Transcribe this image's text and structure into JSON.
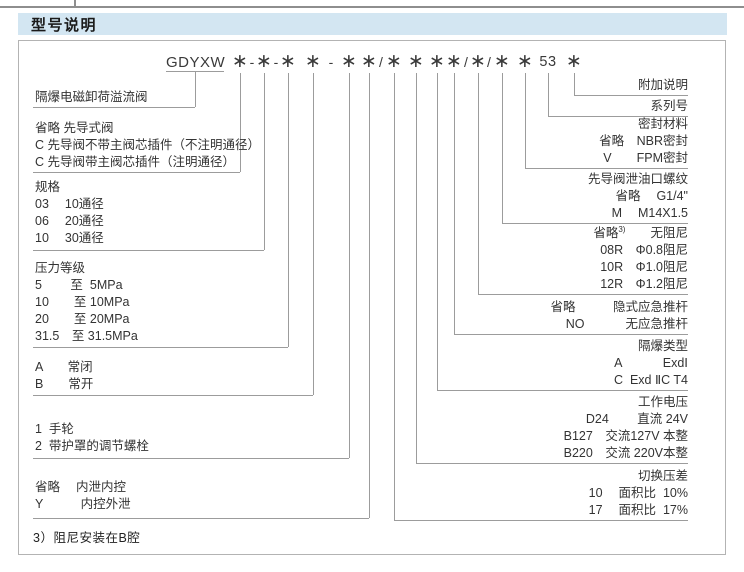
{
  "page_title": "型号说明",
  "code": {
    "prefix": "GDYXW",
    "tokens": [
      "*",
      "-",
      "*",
      "-",
      "*",
      "*",
      "-",
      "*",
      "*",
      "/",
      "*",
      "*",
      "*",
      "*",
      "/",
      "*",
      "/",
      "*",
      "*",
      "53",
      "*"
    ],
    "series_label": "53"
  },
  "left_blocks": [
    {
      "name": "product-name",
      "lines": [
        "隔爆电磁卸荷溢流阀"
      ]
    },
    {
      "name": "pilot-valve-type",
      "lines": [
        "省略 先导式阀",
        "C 先导阀不带主阀芯插件（不注明通径）",
        "C 先导阀带主阀芯插件（注明通径）"
      ]
    },
    {
      "name": "size-spec",
      "lines": [
        "规格",
        "03　 10通径",
        "06　 20通径",
        "10　 30通径"
      ]
    },
    {
      "name": "pressure-grade",
      "lines": [
        "压力等级",
        "5　　 至  5MPa",
        "10　　至 10MPa",
        "20　　至 20MPa",
        "31.5　至 31.5MPa"
      ]
    },
    {
      "name": "normal-state",
      "lines": [
        "A　　常闭",
        "B　　常开"
      ]
    },
    {
      "name": "adjuster-type",
      "lines": [
        "1  手轮",
        "2  带护罩的调节螺栓"
      ]
    },
    {
      "name": "drain-control-mode",
      "lines": [
        "省略　 内泄内控",
        "Y　　　内控外泄"
      ]
    }
  ],
  "right_blocks": [
    {
      "name": "additional-note",
      "lines": [
        "附加说明"
      ]
    },
    {
      "name": "series-number",
      "lines": [
        "系列号"
      ]
    },
    {
      "name": "seal-material",
      "lines": [
        "密封材料",
        "省略　NBR密封",
        "V　　FPM密封"
      ]
    },
    {
      "name": "pilot-drain-port-thread",
      "lines": [
        "先导阀泄油口螺纹",
        "省略　 G1/4\"",
        "M　 M14X1.5"
      ]
    },
    {
      "name": "damping-option",
      "lines": [
        "省略^{3)}　　无阻尼",
        "08R　Φ0.8阻尼",
        "10R　Φ1.0阻尼",
        "12R　Φ1.2阻尼"
      ]
    },
    {
      "name": "emergency-pushrod",
      "lines": [
        "省略　　　隐式应急推杆",
        "NO　　　 无应急推杆"
      ]
    },
    {
      "name": "explosion-proof-type",
      "lines": [
        "隔爆类型",
        "A　　　 ExdⅠ",
        "C  Exd ⅡC T4"
      ]
    },
    {
      "name": "working-voltage",
      "lines": [
        "工作电压",
        "D24　　 直流 24V",
        "B127　交流127V 本整",
        "B220　交流 220V本整"
      ]
    },
    {
      "name": "switching-pressure-diff",
      "lines": [
        "切换压差",
        "10　 面积比  10%",
        "17　 面积比  17%"
      ]
    }
  ],
  "footnote": "3）阻尼安装在B腔",
  "colors": {
    "header_bg": "#d3e6f2",
    "line_gray": "#9c9c9c",
    "text": "#333333"
  }
}
